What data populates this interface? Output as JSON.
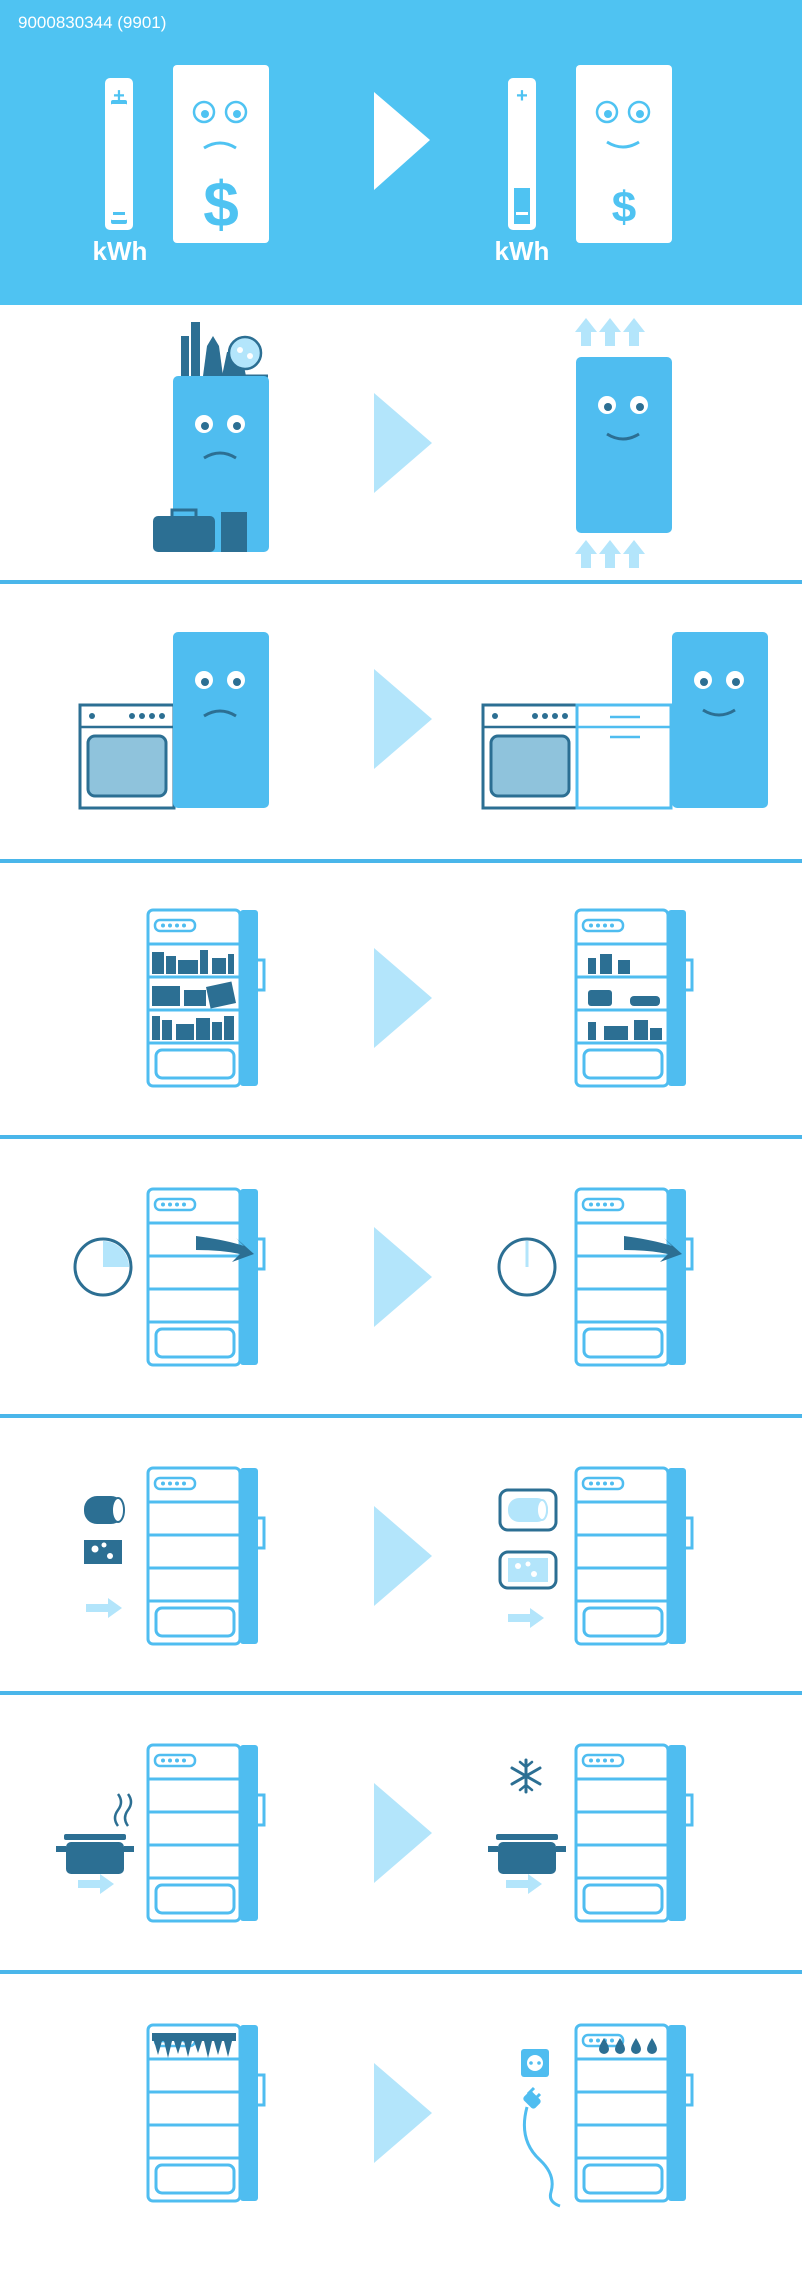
{
  "document": {
    "doc_id": "9000830344 (9901)"
  },
  "tips": {
    "energy": {
      "before_unit_label": "kWh",
      "after_unit_label": "kWh",
      "before_price_symbol": "$",
      "after_price_symbol": "$"
    }
  },
  "colors": {
    "banner": "#4fc3f2",
    "appliance": "#4fbdf0",
    "accent_light": "#b3e5fb",
    "dark": "#2c6f93",
    "divider": "#4ab6ea",
    "white": "#ffffff"
  },
  "icons": [
    "battery-icon",
    "price-tag-face-icon",
    "next-arrow-icon",
    "fridge-face-icon",
    "luggage-icon",
    "bottles-icon",
    "ventilation-arrows-icon",
    "oven-icon",
    "cabinet-icon",
    "fridge-open-icon",
    "timer-icon",
    "door-close-arrow-icon",
    "salami-icon",
    "cheese-icon",
    "container-icon",
    "pot-icon",
    "steam-icon",
    "snowflake-icon",
    "ice-icon",
    "water-drops-icon",
    "socket-icon",
    "plug-icon"
  ]
}
